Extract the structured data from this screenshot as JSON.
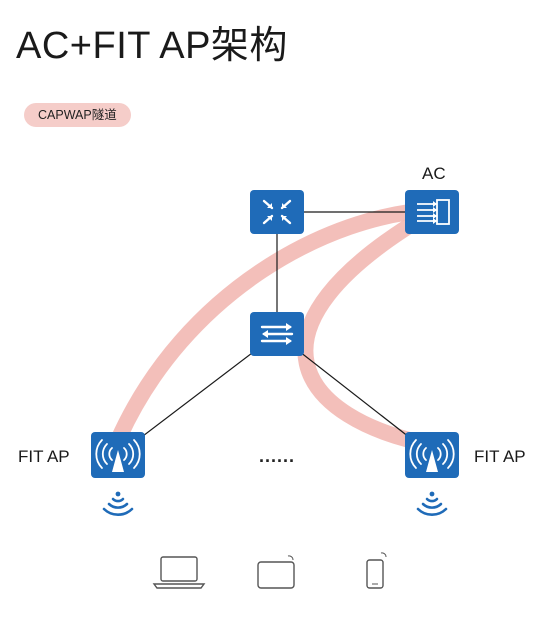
{
  "title": "AC+FIT AP架构",
  "legend": {
    "tunnel_label": "CAPWAP隧道"
  },
  "nodes": {
    "ac": {
      "label": "AC",
      "icon": "ac-controller-icon"
    },
    "core": {
      "icon": "core-switch-icon"
    },
    "access": {
      "icon": "access-switch-icon"
    },
    "fit_ap_left": {
      "label": "FIT AP",
      "icon": "wireless-ap-icon"
    },
    "fit_ap_right": {
      "label": "FIT AP",
      "icon": "wireless-ap-icon"
    }
  },
  "ellipsis": "......",
  "terminals": [
    "laptop-icon",
    "tablet-icon",
    "smartphone-icon"
  ],
  "colors": {
    "device_blue": "#1f6bb8",
    "tunnel": "#f2b8b2",
    "line": "#1a1a1a"
  }
}
